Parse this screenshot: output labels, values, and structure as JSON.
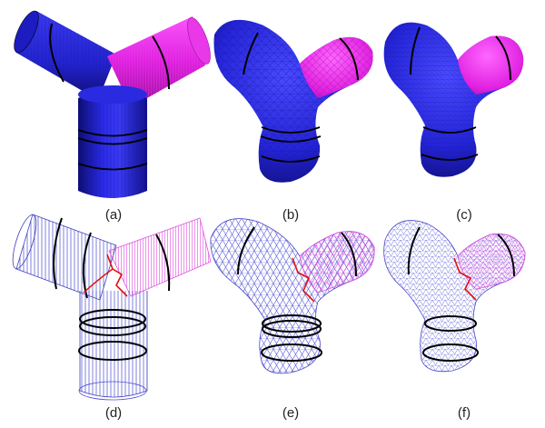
{
  "figure": {
    "panels": [
      {
        "id": "a",
        "caption": "(a)",
        "style": "solid-faceted"
      },
      {
        "id": "b",
        "caption": "(b)",
        "style": "solid-coarse"
      },
      {
        "id": "c",
        "caption": "(c)",
        "style": "solid-fine"
      },
      {
        "id": "d",
        "caption": "(d)",
        "style": "wire-faceted"
      },
      {
        "id": "e",
        "caption": "(e)",
        "style": "wire-coarse"
      },
      {
        "id": "f",
        "caption": "(f)",
        "style": "wire-fine"
      }
    ],
    "colors": {
      "blue_body": "#2323d6",
      "blue_dark": "#10107a",
      "magenta_branch": "#e020e0",
      "wire_blue": "#5050d0",
      "wire_magenta": "#e050e0",
      "seam_red": "#e01010",
      "ring_black": "#000000"
    }
  }
}
